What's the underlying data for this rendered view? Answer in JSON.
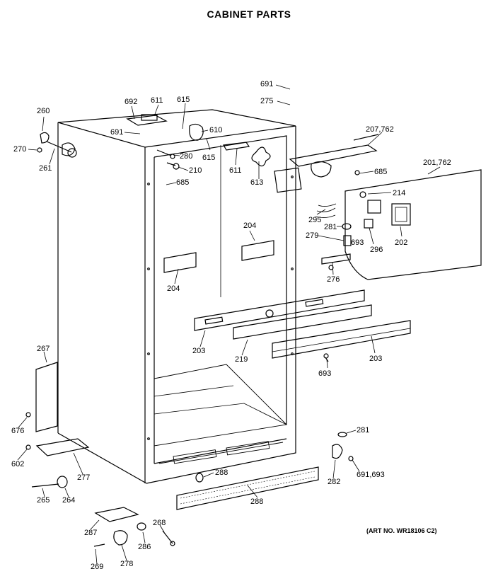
{
  "title": "CABINET PARTS",
  "art_number": "(ART NO. WR18106 C2)",
  "callouts": [
    "691",
    "275",
    "692",
    "611",
    "615",
    "260",
    "610",
    "207,762",
    "270",
    "691",
    "280",
    "615",
    "611",
    "261",
    "210",
    "685",
    "613",
    "685",
    "201,762",
    "214",
    "295",
    "281",
    "279",
    "693",
    "296",
    "202",
    "204",
    "204",
    "276",
    "203",
    "219",
    "203",
    "693",
    "267",
    "676",
    "281",
    "602",
    "288",
    "277",
    "282",
    "691,693",
    "265",
    "264",
    "288",
    "268",
    "287",
    "286",
    "269",
    "278"
  ]
}
